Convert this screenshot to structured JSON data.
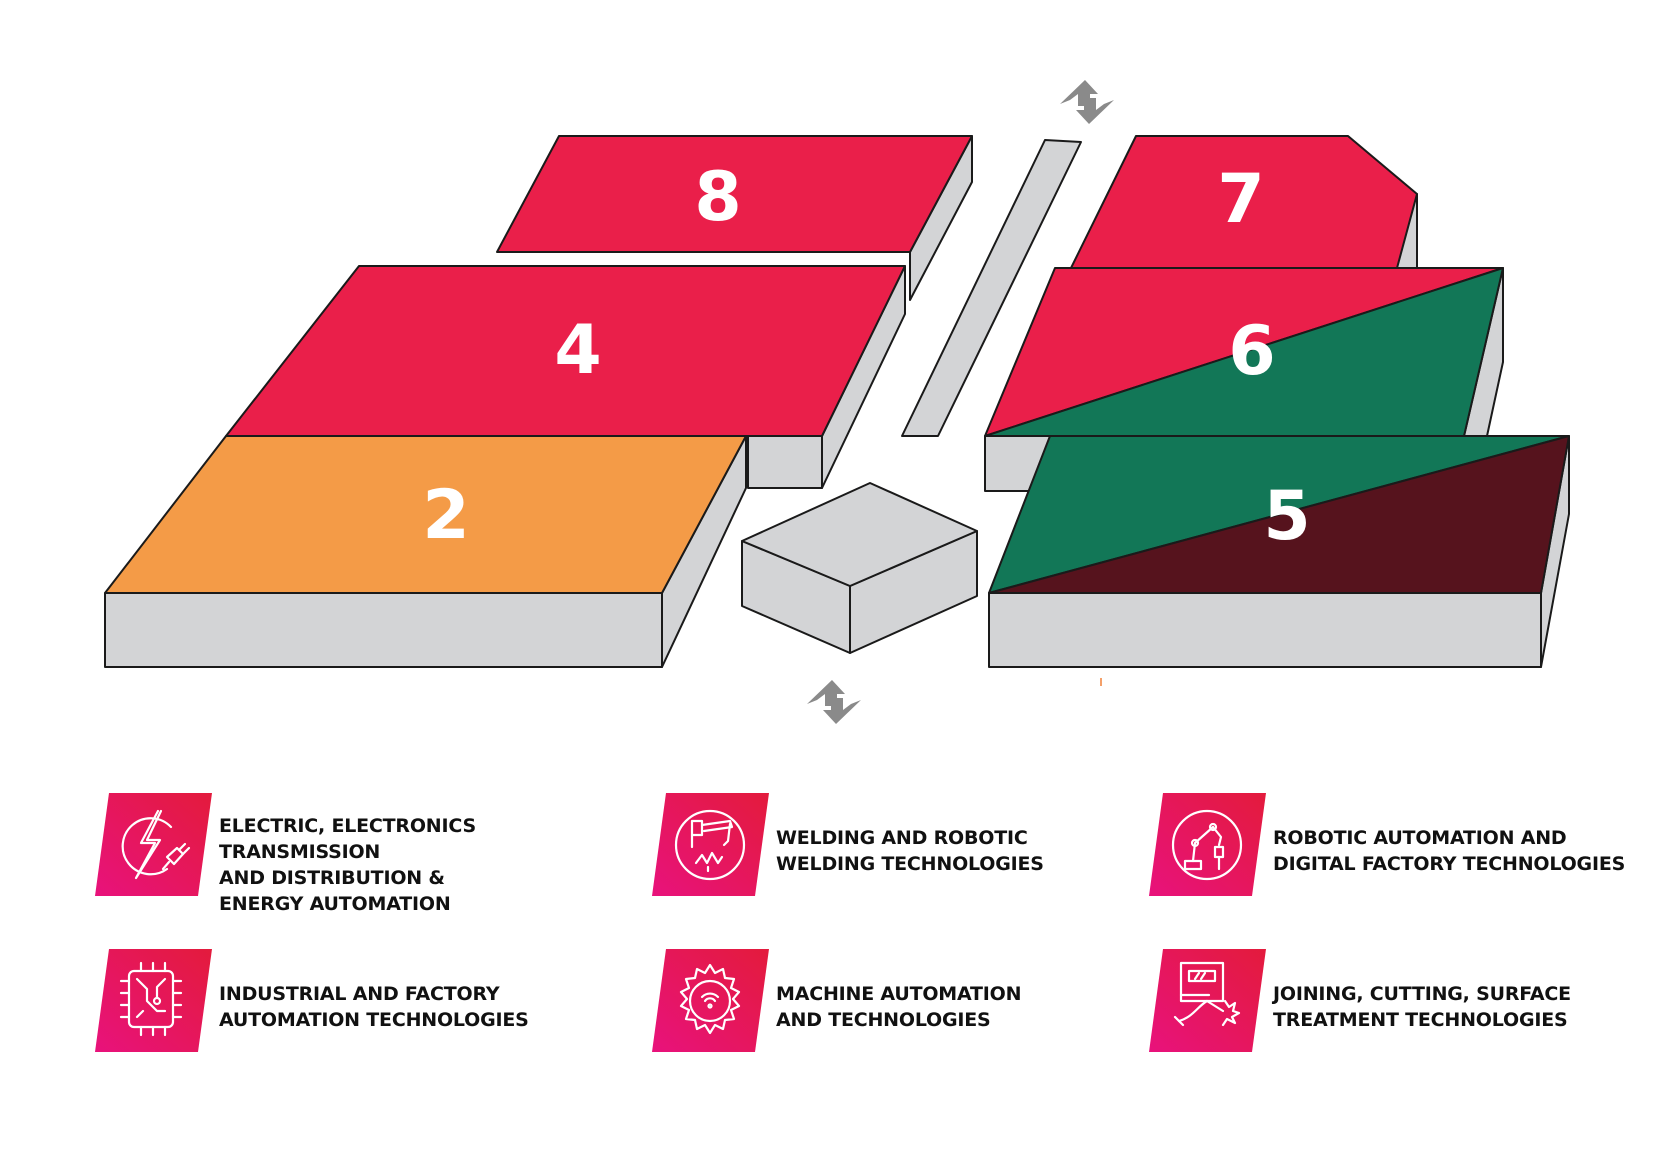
{
  "halls": [
    {
      "id": "8",
      "label": "8",
      "color": "#ea1f4a"
    },
    {
      "id": "4",
      "label": "4",
      "color": "#ea1f4a"
    },
    {
      "id": "2",
      "label": "2",
      "color": "#f49b47"
    },
    {
      "id": "7",
      "label": "7",
      "color": "#ea1f4a"
    },
    {
      "id": "6",
      "label": "6",
      "colors": [
        "#ea1f4a",
        "#127757"
      ]
    },
    {
      "id": "5",
      "label": "5",
      "colors": [
        "#127757",
        "#56131d"
      ]
    }
  ],
  "connectors": [
    "transfer-arrows-icon",
    "transfer-arrows-icon"
  ],
  "colors": {
    "side": "#d3d4d6",
    "outline": "#1a1a1a",
    "icon_gradient_start": "#e8127c",
    "icon_gradient_end": "#e31b3c"
  },
  "legend": [
    {
      "icon": "electric-plug-icon",
      "label": "ELECTRIC, ELECTRONICS TRANSMISSION\nAND DISTRIBUTION &\nENERGY AUTOMATION"
    },
    {
      "icon": "welding-robot-icon",
      "label": "WELDING AND ROBOTIC\nWELDING TECHNOLOGIES"
    },
    {
      "icon": "robotic-arm-icon",
      "label": "ROBOTIC AUTOMATION AND\nDIGITAL FACTORY TECHNOLOGIES"
    },
    {
      "icon": "circuit-chip-icon",
      "label": "INDUSTRIAL AND FACTORY\nAUTOMATION TECHNOLOGIES"
    },
    {
      "icon": "gear-icon",
      "label": "MACHINE AUTOMATION\nAND TECHNOLOGIES"
    },
    {
      "icon": "cutting-machine-icon",
      "label": "JOINING, CUTTING, SURFACE\nTREATMENT TECHNOLOGIES"
    }
  ]
}
